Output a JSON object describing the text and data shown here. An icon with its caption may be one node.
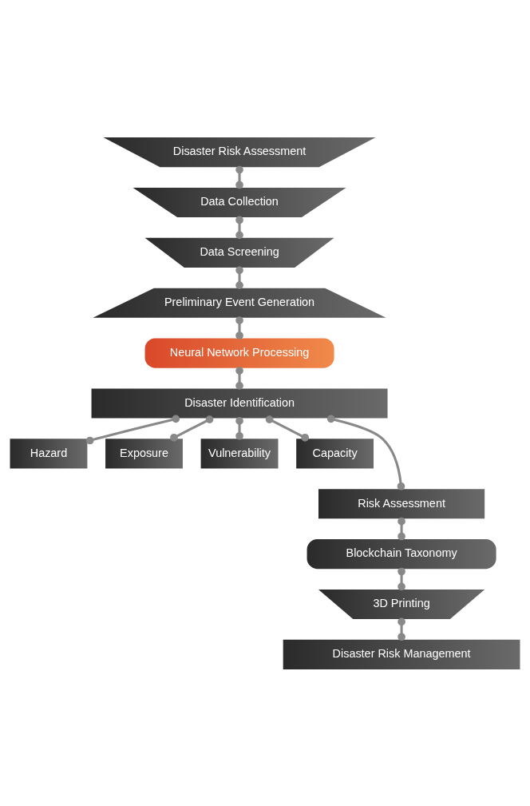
{
  "diagram": {
    "nodes": [
      {
        "text": [
          "Disaster Risk Assessment"
        ]
      },
      {
        "text": [
          "Data Collection"
        ]
      },
      {
        "text": [
          "Data Screening"
        ]
      },
      {
        "text": [
          "Preliminary Event Generation"
        ]
      },
      {
        "text": [
          "Neural Network Processing"
        ]
      },
      {
        "text": [
          "Disaster Identification"
        ]
      },
      {
        "text": [
          "Hazard"
        ]
      },
      {
        "text": [
          "Exposure"
        ]
      },
      {
        "text": [
          "Vulnerability"
        ]
      },
      {
        "text": [
          "Capacity"
        ]
      },
      {
        "text": [
          "Risk Assessment"
        ]
      },
      {
        "text": [
          "Blockchain Taxonomy"
        ]
      },
      {
        "text": [
          "3D Printing"
        ]
      },
      {
        "text": [
          "Disaster Risk Management"
        ]
      }
    ],
    "edges": [
      {
        "from": 0,
        "to": 1,
        "arrow": "other"
      },
      {
        "from": 1,
        "to": 2,
        "arrow": "other"
      },
      {
        "from": 2,
        "to": 3,
        "arrow": "other"
      },
      {
        "from": 3,
        "to": 4,
        "arrow": "other"
      },
      {
        "from": 4,
        "to": 5,
        "arrow": "other"
      },
      {
        "from": 5,
        "to": 6,
        "arrow": "other"
      },
      {
        "from": 5,
        "to": 7,
        "arrow": "other"
      },
      {
        "from": 5,
        "to": 8,
        "arrow": "other"
      },
      {
        "from": 5,
        "to": 9,
        "arrow": "other"
      },
      {
        "from": 5,
        "to": 10,
        "arrow": "other"
      },
      {
        "from": 10,
        "to": 11,
        "arrow": "other"
      },
      {
        "from": 11,
        "to": 12,
        "arrow": "other"
      },
      {
        "from": 12,
        "to": 13,
        "arrow": "other"
      }
    ]
  }
}
